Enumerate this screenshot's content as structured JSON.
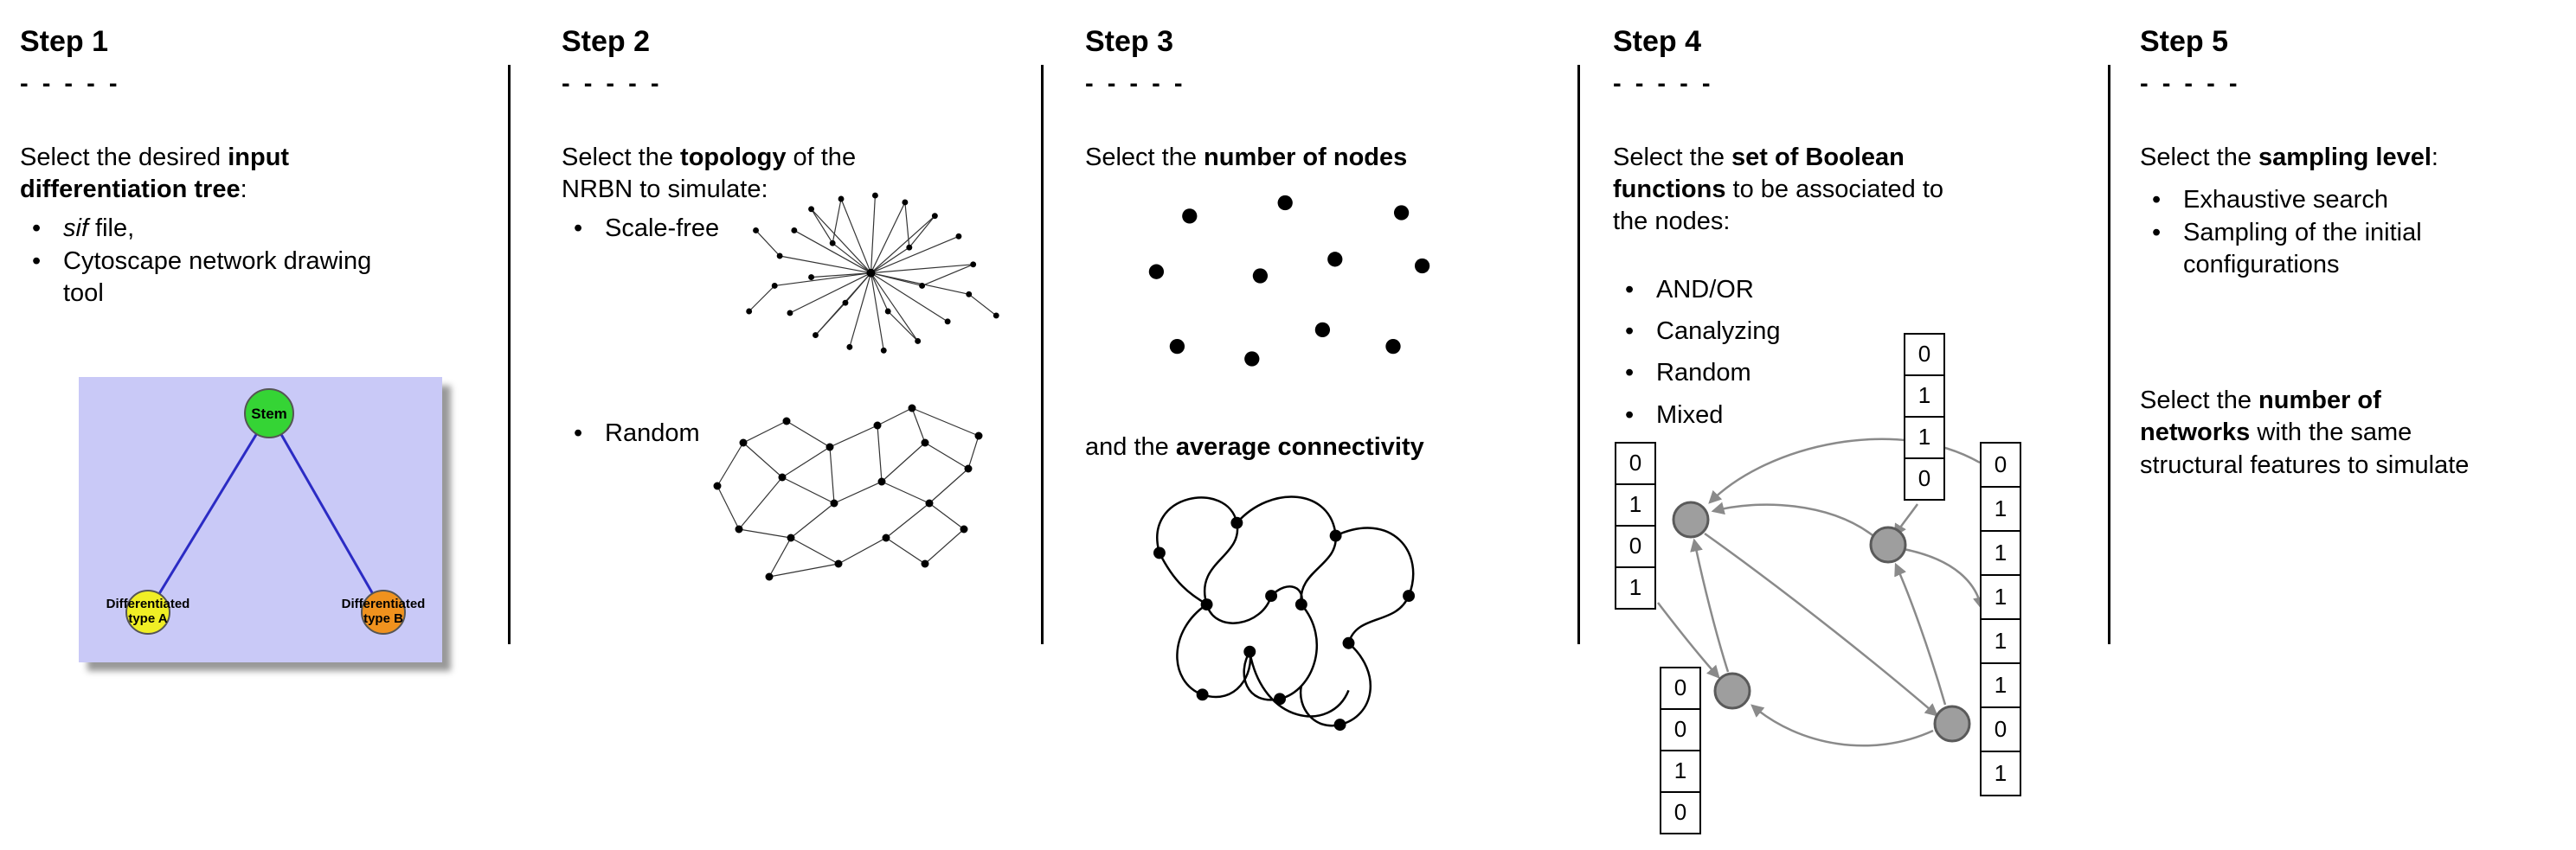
{
  "page": {
    "background": "#ffffff",
    "divider_color": "#000000"
  },
  "step1": {
    "title": "Step 1",
    "dashes": "- - - - -",
    "intro": {
      "l1a": "Select the desired ",
      "l1b": "input",
      "l2a": "differentiation tree",
      "l2b": ":"
    },
    "bullets": {
      "b1_italic": "sif",
      "b1_rest": " file,",
      "b2": "Cytoscape network drawing tool"
    },
    "tree": {
      "background_color": "#c9c9f7",
      "edge_color": "#2b2bc4",
      "stem": {
        "label": "Stem",
        "color": "#35d435"
      },
      "type_a": {
        "label": "Differentiated type A",
        "color": "#f0ee25"
      },
      "type_b": {
        "label": "Differentiated type B",
        "color": "#f0921e"
      }
    }
  },
  "step2": {
    "title": "Step 2",
    "dashes": "- - - - -",
    "intro": {
      "l1a": "Select the ",
      "l1b": "topology",
      "l1c": " of the",
      "l2": "NRBN to simulate:"
    },
    "bullets": {
      "b1": "Scale-free",
      "b2": "Random"
    }
  },
  "step3": {
    "title": "Step 3",
    "dashes": "- - - - -",
    "line1": {
      "pre": "Select the ",
      "bold": "number of nodes"
    },
    "line2": {
      "pre": "and the ",
      "bold": "average connectivity"
    }
  },
  "step4": {
    "title": "Step 4",
    "dashes": "- - - - -",
    "intro": {
      "l1a": "Select the ",
      "l1b": "set of Boolean",
      "l2a": "functions",
      "l2b": " to be associated to",
      "l3": "the nodes:"
    },
    "bullets": [
      "AND/OR",
      "Canalyzing",
      "Random",
      "Mixed"
    ],
    "node_color": "#9e9e9e",
    "arrow_color": "#8a8a8a",
    "truth_tables": {
      "left": [
        "0",
        "1",
        "0",
        "1"
      ],
      "top": [
        "0",
        "1",
        "1",
        "0"
      ],
      "bottom_left": [
        "0",
        "0",
        "1",
        "0"
      ],
      "right": [
        "0",
        "1",
        "1",
        "1",
        "1",
        "1",
        "0",
        "1"
      ]
    }
  },
  "step5": {
    "title": "Step 5",
    "dashes": "- - - - -",
    "intro": {
      "pre": "Select the ",
      "bold": "sampling level",
      "post": ":"
    },
    "bullets": [
      "Exhaustive search",
      "Sampling of the initial configurations"
    ],
    "closing": {
      "l1a": "Select the ",
      "l1b": "number of",
      "l2a": "networks",
      "l2b": " with the same",
      "l3": "structural features to simulate"
    }
  }
}
